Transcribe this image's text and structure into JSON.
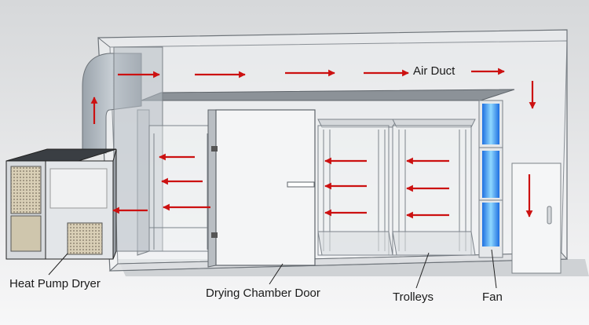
{
  "labels": {
    "air_duct": "Air Duct",
    "heat_pump_dryer": "Heat Pump Dryer",
    "drying_chamber_door": "Drying Chamber Door",
    "trolleys": "Trolleys",
    "fan": "Fan"
  },
  "colors": {
    "arrow": "#cc1111",
    "fan_glow": "#3aa8ff",
    "background": "#e9eaeb"
  },
  "icons": {
    "arrow": "airflow-arrow-icon"
  }
}
